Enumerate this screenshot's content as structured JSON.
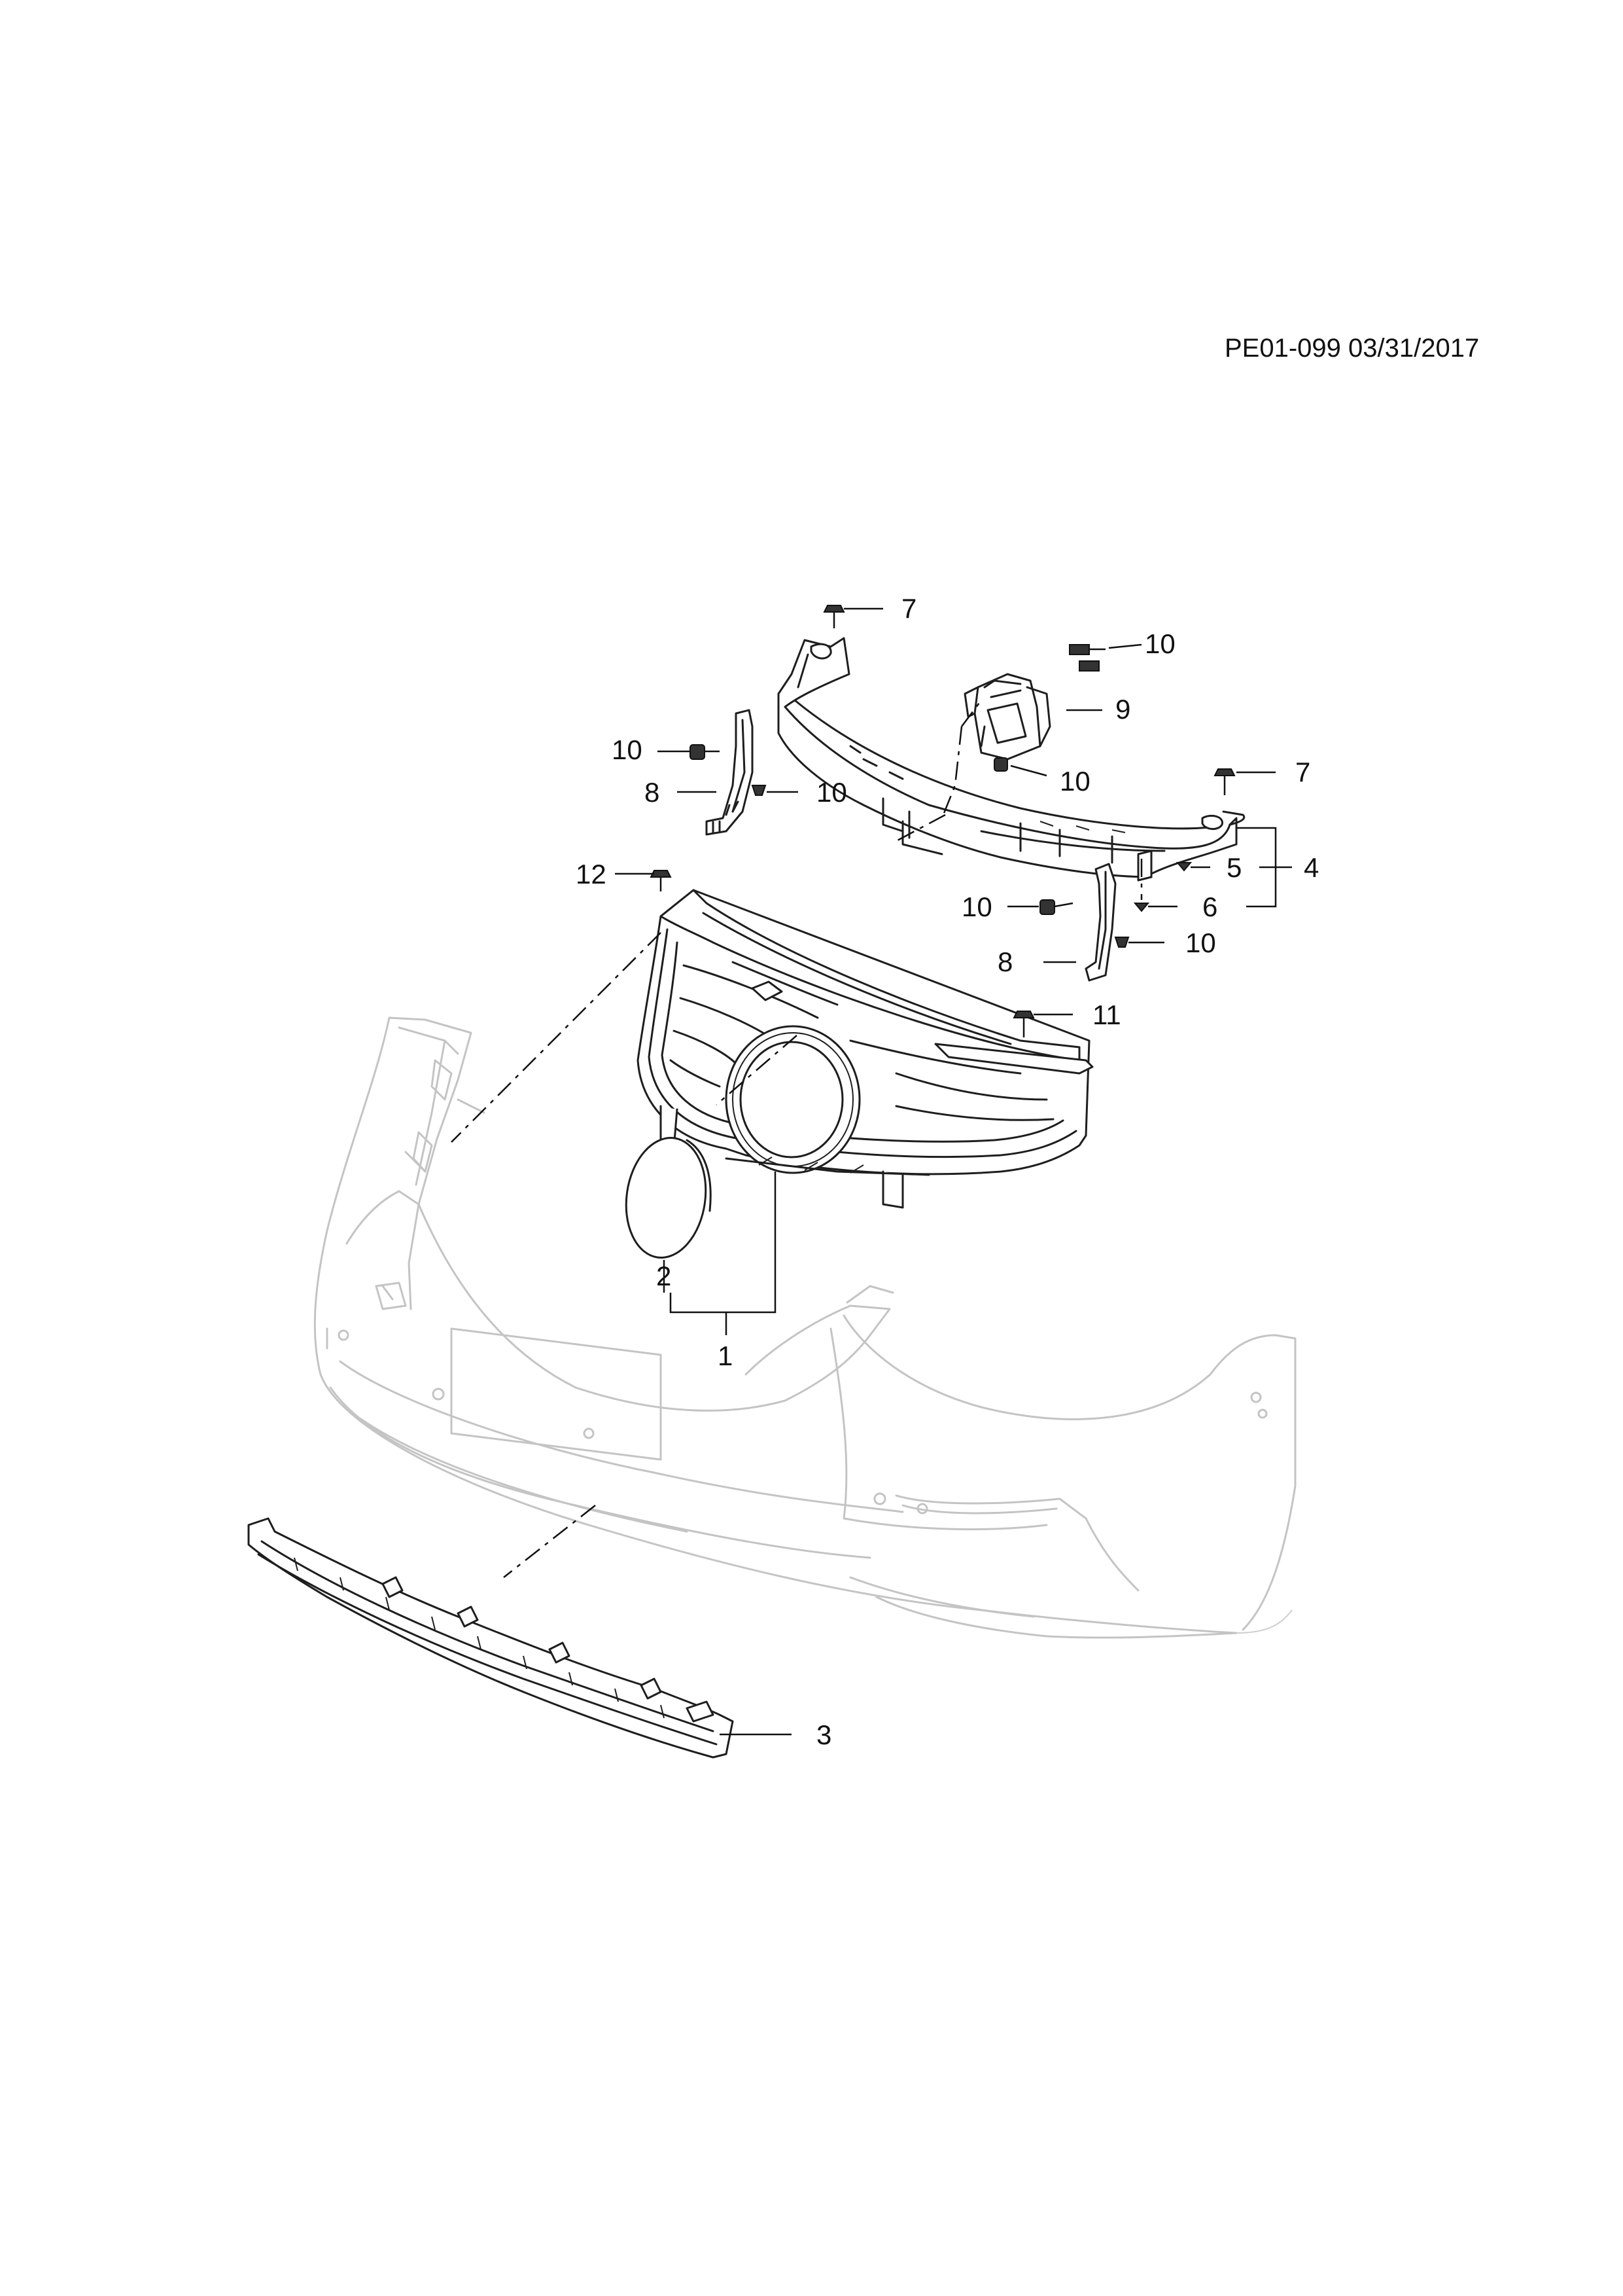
{
  "header": {
    "ref_code": "PE01-099 03/31/2017"
  },
  "callouts": [
    {
      "id": "7a",
      "label": "7"
    },
    {
      "id": "10a",
      "label": "10"
    },
    {
      "id": "9",
      "label": "9"
    },
    {
      "id": "10b",
      "label": "10"
    },
    {
      "id": "10c",
      "label": "10"
    },
    {
      "id": "8a",
      "label": "8"
    },
    {
      "id": "10d",
      "label": "10"
    },
    {
      "id": "7b",
      "label": "7"
    },
    {
      "id": "5",
      "label": "5"
    },
    {
      "id": "4",
      "label": "4"
    },
    {
      "id": "6",
      "label": "6"
    },
    {
      "id": "12",
      "label": "12"
    },
    {
      "id": "10e",
      "label": "10"
    },
    {
      "id": "8b",
      "label": "8"
    },
    {
      "id": "10f",
      "label": "10"
    },
    {
      "id": "11",
      "label": "11"
    },
    {
      "id": "2",
      "label": "2"
    },
    {
      "id": "1",
      "label": "1"
    },
    {
      "id": "3",
      "label": "3"
    }
  ]
}
